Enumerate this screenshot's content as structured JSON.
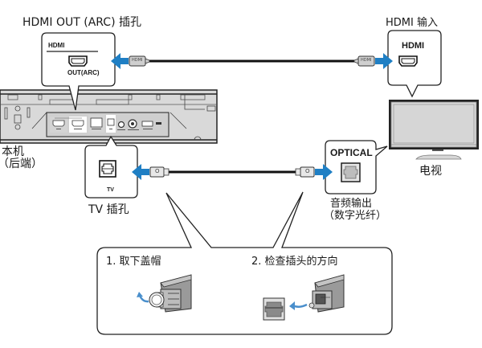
{
  "labels": {
    "hdmi_out_arc_jack": "HDMI OUT (ARC) 插孔",
    "hdmi_input": "HDMI 输入",
    "unit_rear_line1": "本机",
    "unit_rear_line2": "（后端）",
    "tv_jack": "TV 插孔",
    "tv": "电视",
    "audio_out_line1": "音频输出",
    "audio_out_line2": "（数字光纤）"
  },
  "callouts": {
    "soundbar_hdmi": {
      "title": "HDMI",
      "port_label": "OUT(ARC)"
    },
    "tv_hdmi": {
      "title": "HDMI"
    },
    "soundbar_optical": {
      "port_label": "TV"
    },
    "tv_optical": {
      "title": "OPTICAL"
    }
  },
  "cables": {
    "hdmi_plug_label": "HDMI",
    "optical_plug_label": "O"
  },
  "steps": [
    {
      "label": "1. 取下盖帽"
    },
    {
      "label": "2. 检查插头的方向"
    }
  ],
  "colors": {
    "arrow_blue": "#1f7fc4",
    "cable_black": "#111111",
    "panel_gray": "#d9d9d9",
    "outline": "#222222"
  }
}
